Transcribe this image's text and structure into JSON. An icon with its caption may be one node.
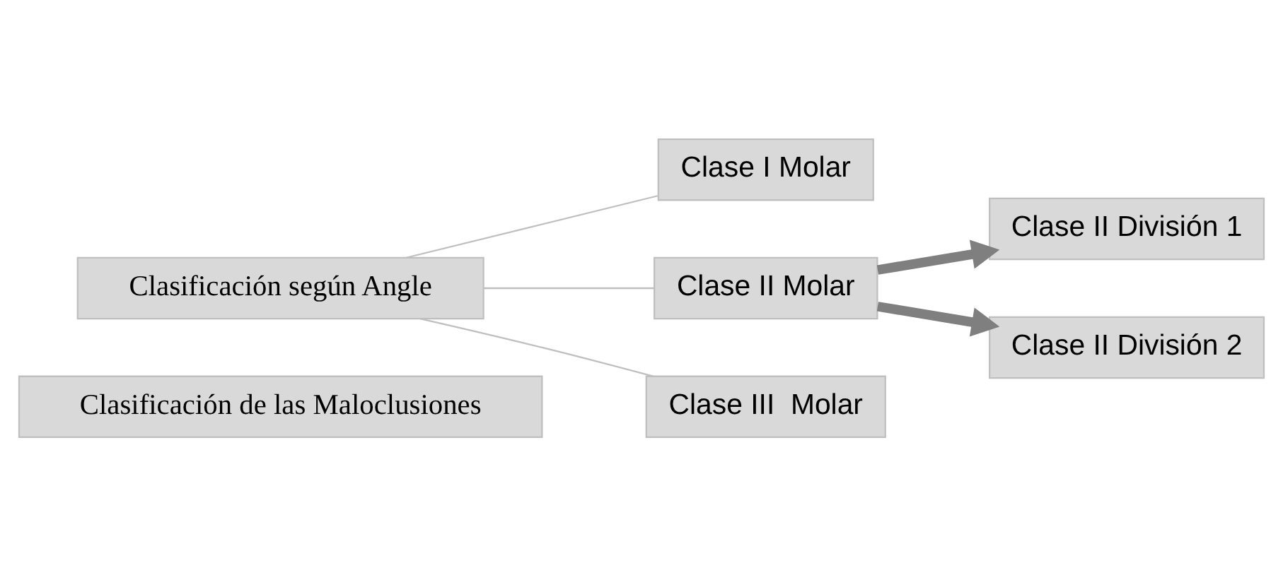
{
  "diagram": {
    "nodes": [
      {
        "text": [
          "Clasificación de las Maloclusiones"
        ]
      },
      {
        "text": [
          "Clasificación según Angle"
        ]
      },
      {
        "text": [
          "Clase I Molar"
        ]
      },
      {
        "text": [
          "Clase II Molar"
        ]
      },
      {
        "text": [
          "Clase III  Molar"
        ]
      },
      {
        "text": [
          "Clase II División 1"
        ]
      },
      {
        "text": [
          "Clase II División 2"
        ]
      }
    ],
    "edges": [
      {
        "from": 1,
        "to": 2,
        "arrow": "none"
      },
      {
        "from": 1,
        "to": 3,
        "arrow": "none"
      },
      {
        "from": 1,
        "to": 4,
        "arrow": "none"
      },
      {
        "from": 3,
        "to": 5,
        "arrow": "to",
        "style": "thick",
        "color": "#7f7f7f"
      },
      {
        "from": 3,
        "to": 6,
        "arrow": "to",
        "style": "thick",
        "color": "#7f7f7f"
      }
    ]
  }
}
